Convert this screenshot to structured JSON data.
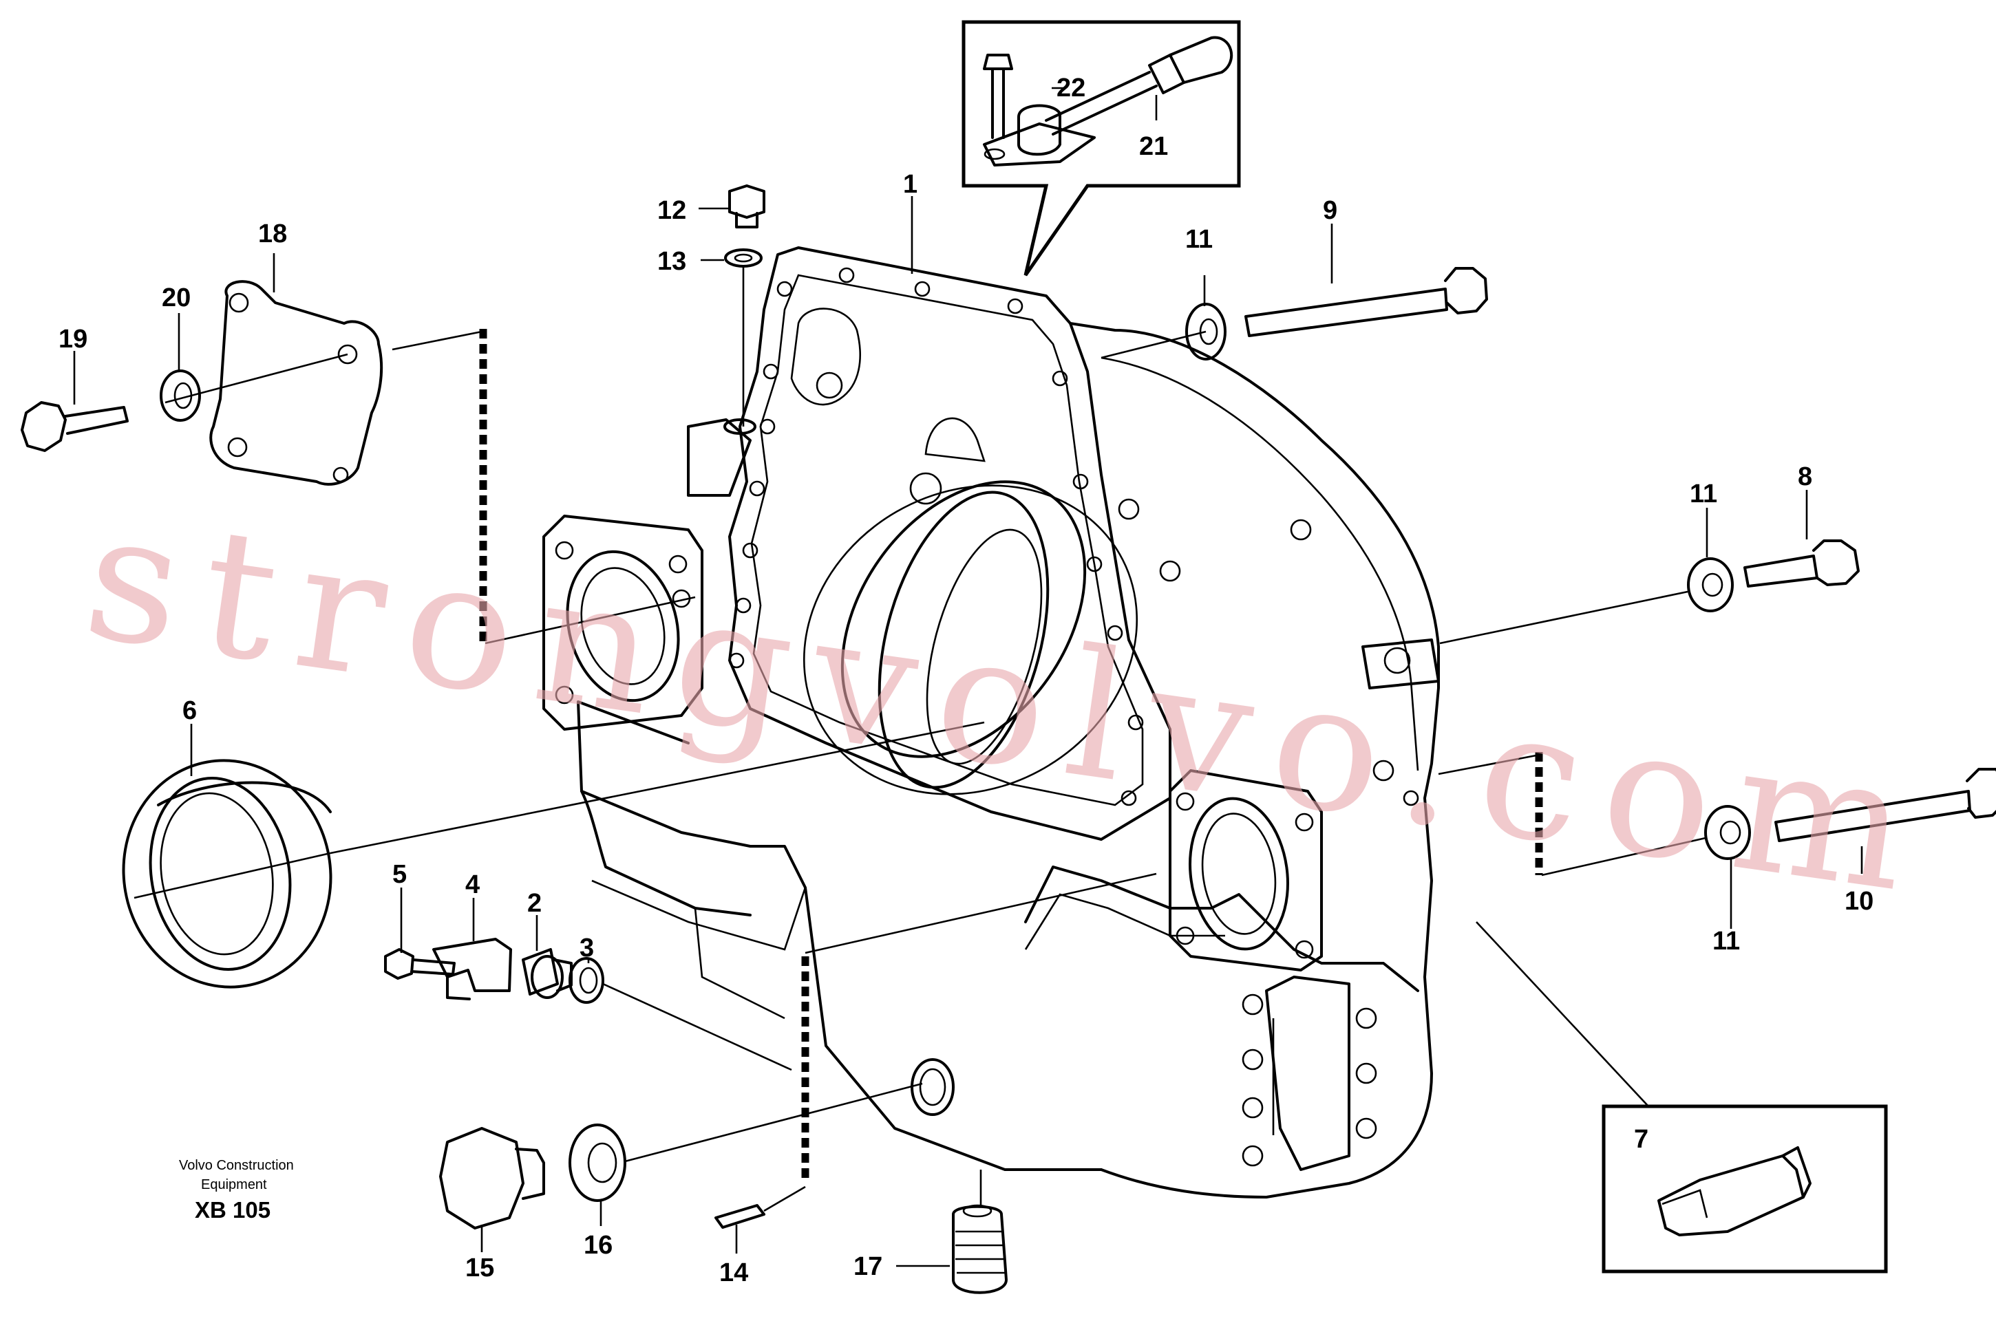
{
  "diagram": {
    "callouts": [
      {
        "id": "1",
        "label": "1"
      },
      {
        "id": "2",
        "label": "2"
      },
      {
        "id": "3",
        "label": "3"
      },
      {
        "id": "4",
        "label": "4"
      },
      {
        "id": "5",
        "label": "5"
      },
      {
        "id": "6",
        "label": "6"
      },
      {
        "id": "7",
        "label": "7"
      },
      {
        "id": "8",
        "label": "8"
      },
      {
        "id": "9",
        "label": "9"
      },
      {
        "id": "10",
        "label": "10"
      },
      {
        "id": "11a",
        "label": "11"
      },
      {
        "id": "11b",
        "label": "11"
      },
      {
        "id": "11c",
        "label": "11"
      },
      {
        "id": "12",
        "label": "12"
      },
      {
        "id": "13",
        "label": "13"
      },
      {
        "id": "14",
        "label": "14"
      },
      {
        "id": "15",
        "label": "15"
      },
      {
        "id": "16",
        "label": "16"
      },
      {
        "id": "17",
        "label": "17"
      },
      {
        "id": "18",
        "label": "18"
      },
      {
        "id": "19",
        "label": "19"
      },
      {
        "id": "20",
        "label": "20"
      },
      {
        "id": "21",
        "label": "21"
      },
      {
        "id": "22",
        "label": "22"
      }
    ],
    "brand": {
      "line1": "Volvo Construction",
      "line2": "Equipment",
      "code": "XB 105"
    },
    "watermark": "strongvolvo.com"
  }
}
